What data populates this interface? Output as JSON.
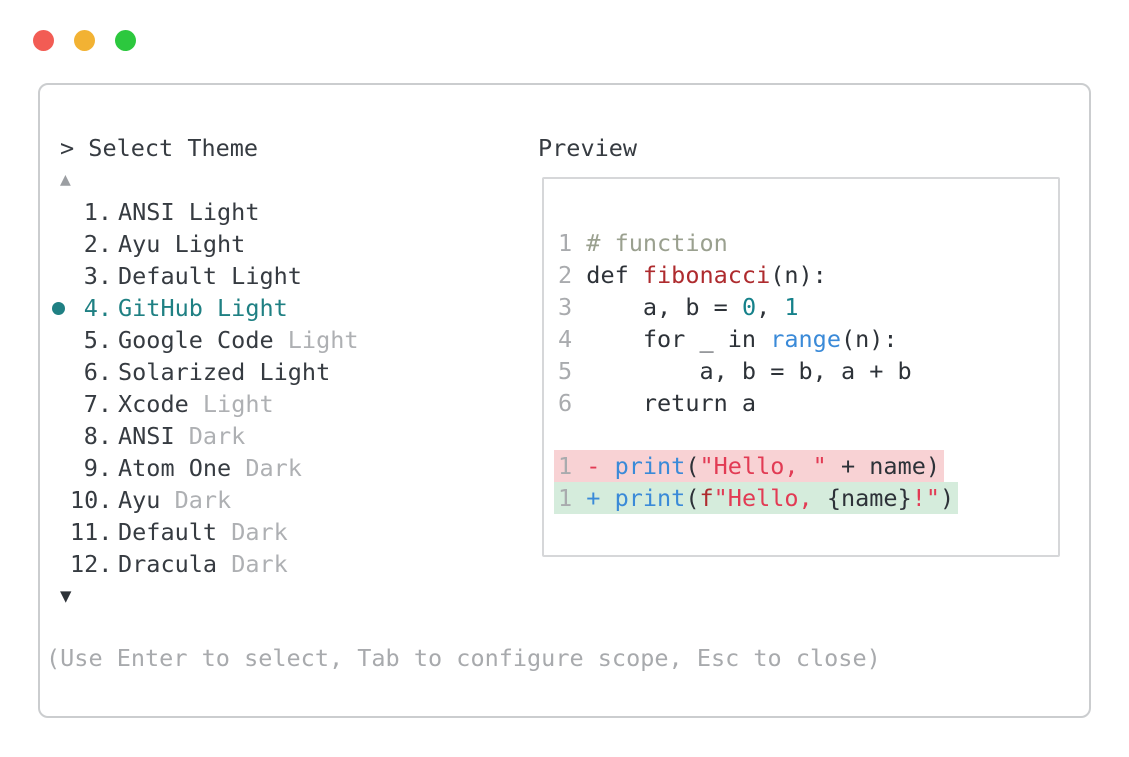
{
  "window": {
    "traffic_lights": [
      {
        "name": "close-button",
        "color": "#f25c54"
      },
      {
        "name": "minimize-button",
        "color": "#f2b233"
      },
      {
        "name": "zoom-button",
        "color": "#2cc83e"
      }
    ]
  },
  "theme_picker": {
    "title": "> Select Theme",
    "scroll_up_icon": "▲",
    "scroll_down_icon": "▼",
    "selected_color": "#1f8083",
    "muted_color": "#aeb0b3",
    "items": [
      {
        "number": "1.",
        "name": "ANSI Light",
        "suffix": "",
        "selected": false
      },
      {
        "number": "2.",
        "name": "Ayu Light",
        "suffix": "",
        "selected": false
      },
      {
        "number": "3.",
        "name": "Default Light",
        "suffix": "",
        "selected": false
      },
      {
        "number": "4.",
        "name": "GitHub Light",
        "suffix": "",
        "selected": true
      },
      {
        "number": "5.",
        "name": "Google Code",
        "suffix": " Light",
        "selected": false
      },
      {
        "number": "6.",
        "name": "Solarized Light",
        "suffix": "",
        "selected": false
      },
      {
        "number": "7.",
        "name": "Xcode",
        "suffix": " Light",
        "selected": false
      },
      {
        "number": "8.",
        "name": "ANSI",
        "suffix": " Dark",
        "selected": false
      },
      {
        "number": "9.",
        "name": "Atom One",
        "suffix": " Dark",
        "selected": false
      },
      {
        "number": "10.",
        "name": "Ayu",
        "suffix": " Dark",
        "selected": false
      },
      {
        "number": "11.",
        "name": "Default",
        "suffix": " Dark",
        "selected": false
      },
      {
        "number": "12.",
        "name": "Dracula",
        "suffix": " Dark",
        "selected": false
      }
    ]
  },
  "preview": {
    "label": "Preview",
    "code_lines": [
      {
        "num": "1",
        "tokens": [
          {
            "t": "# function",
            "c": "comment"
          }
        ]
      },
      {
        "num": "2",
        "tokens": [
          {
            "t": "def ",
            "c": "plain"
          },
          {
            "t": "fibonacci",
            "c": "red"
          },
          {
            "t": "(n):",
            "c": "plain"
          }
        ]
      },
      {
        "num": "3",
        "tokens": [
          {
            "t": "    a, b = ",
            "c": "plain"
          },
          {
            "t": "0",
            "c": "teal"
          },
          {
            "t": ", ",
            "c": "plain"
          },
          {
            "t": "1",
            "c": "teal"
          }
        ]
      },
      {
        "num": "4",
        "tokens": [
          {
            "t": "    for _ in ",
            "c": "plain"
          },
          {
            "t": "range",
            "c": "blue"
          },
          {
            "t": "(n):",
            "c": "plain"
          }
        ]
      },
      {
        "num": "5",
        "tokens": [
          {
            "t": "        a, b = b, a + b",
            "c": "plain"
          }
        ]
      },
      {
        "num": "6",
        "tokens": [
          {
            "t": "    return a",
            "c": "plain"
          }
        ]
      }
    ],
    "diff_lines": [
      {
        "num": "1",
        "kind": "removed",
        "tokens": [
          {
            "t": "- ",
            "c": "crimson"
          },
          {
            "t": "print",
            "c": "blue"
          },
          {
            "t": "(",
            "c": "plain"
          },
          {
            "t": "\"Hello, \"",
            "c": "crimson"
          },
          {
            "t": " + name)",
            "c": "plain"
          }
        ]
      },
      {
        "num": "1",
        "kind": "added",
        "tokens": [
          {
            "t": "+ ",
            "c": "blue"
          },
          {
            "t": "print",
            "c": "blue"
          },
          {
            "t": "(",
            "c": "plain"
          },
          {
            "t": "f",
            "c": "red"
          },
          {
            "t": "\"Hello, ",
            "c": "crimson"
          },
          {
            "t": "{name}",
            "c": "plain"
          },
          {
            "t": "!\"",
            "c": "crimson"
          },
          {
            "t": ")",
            "c": "plain"
          }
        ]
      }
    ]
  },
  "footer": {
    "hint": "(Use Enter to select, Tab to configure scope, Esc to close)"
  },
  "palette": {
    "plain": "#2d3238",
    "comment": "#9aa08f",
    "red": "#ae2b2e",
    "teal": "#15818a",
    "blue": "#3a8ad8",
    "crimson": "#e23b54",
    "linenum": "#a9abae",
    "removed_bg": "#f8d2d4",
    "added_bg": "#d5ecdc"
  }
}
